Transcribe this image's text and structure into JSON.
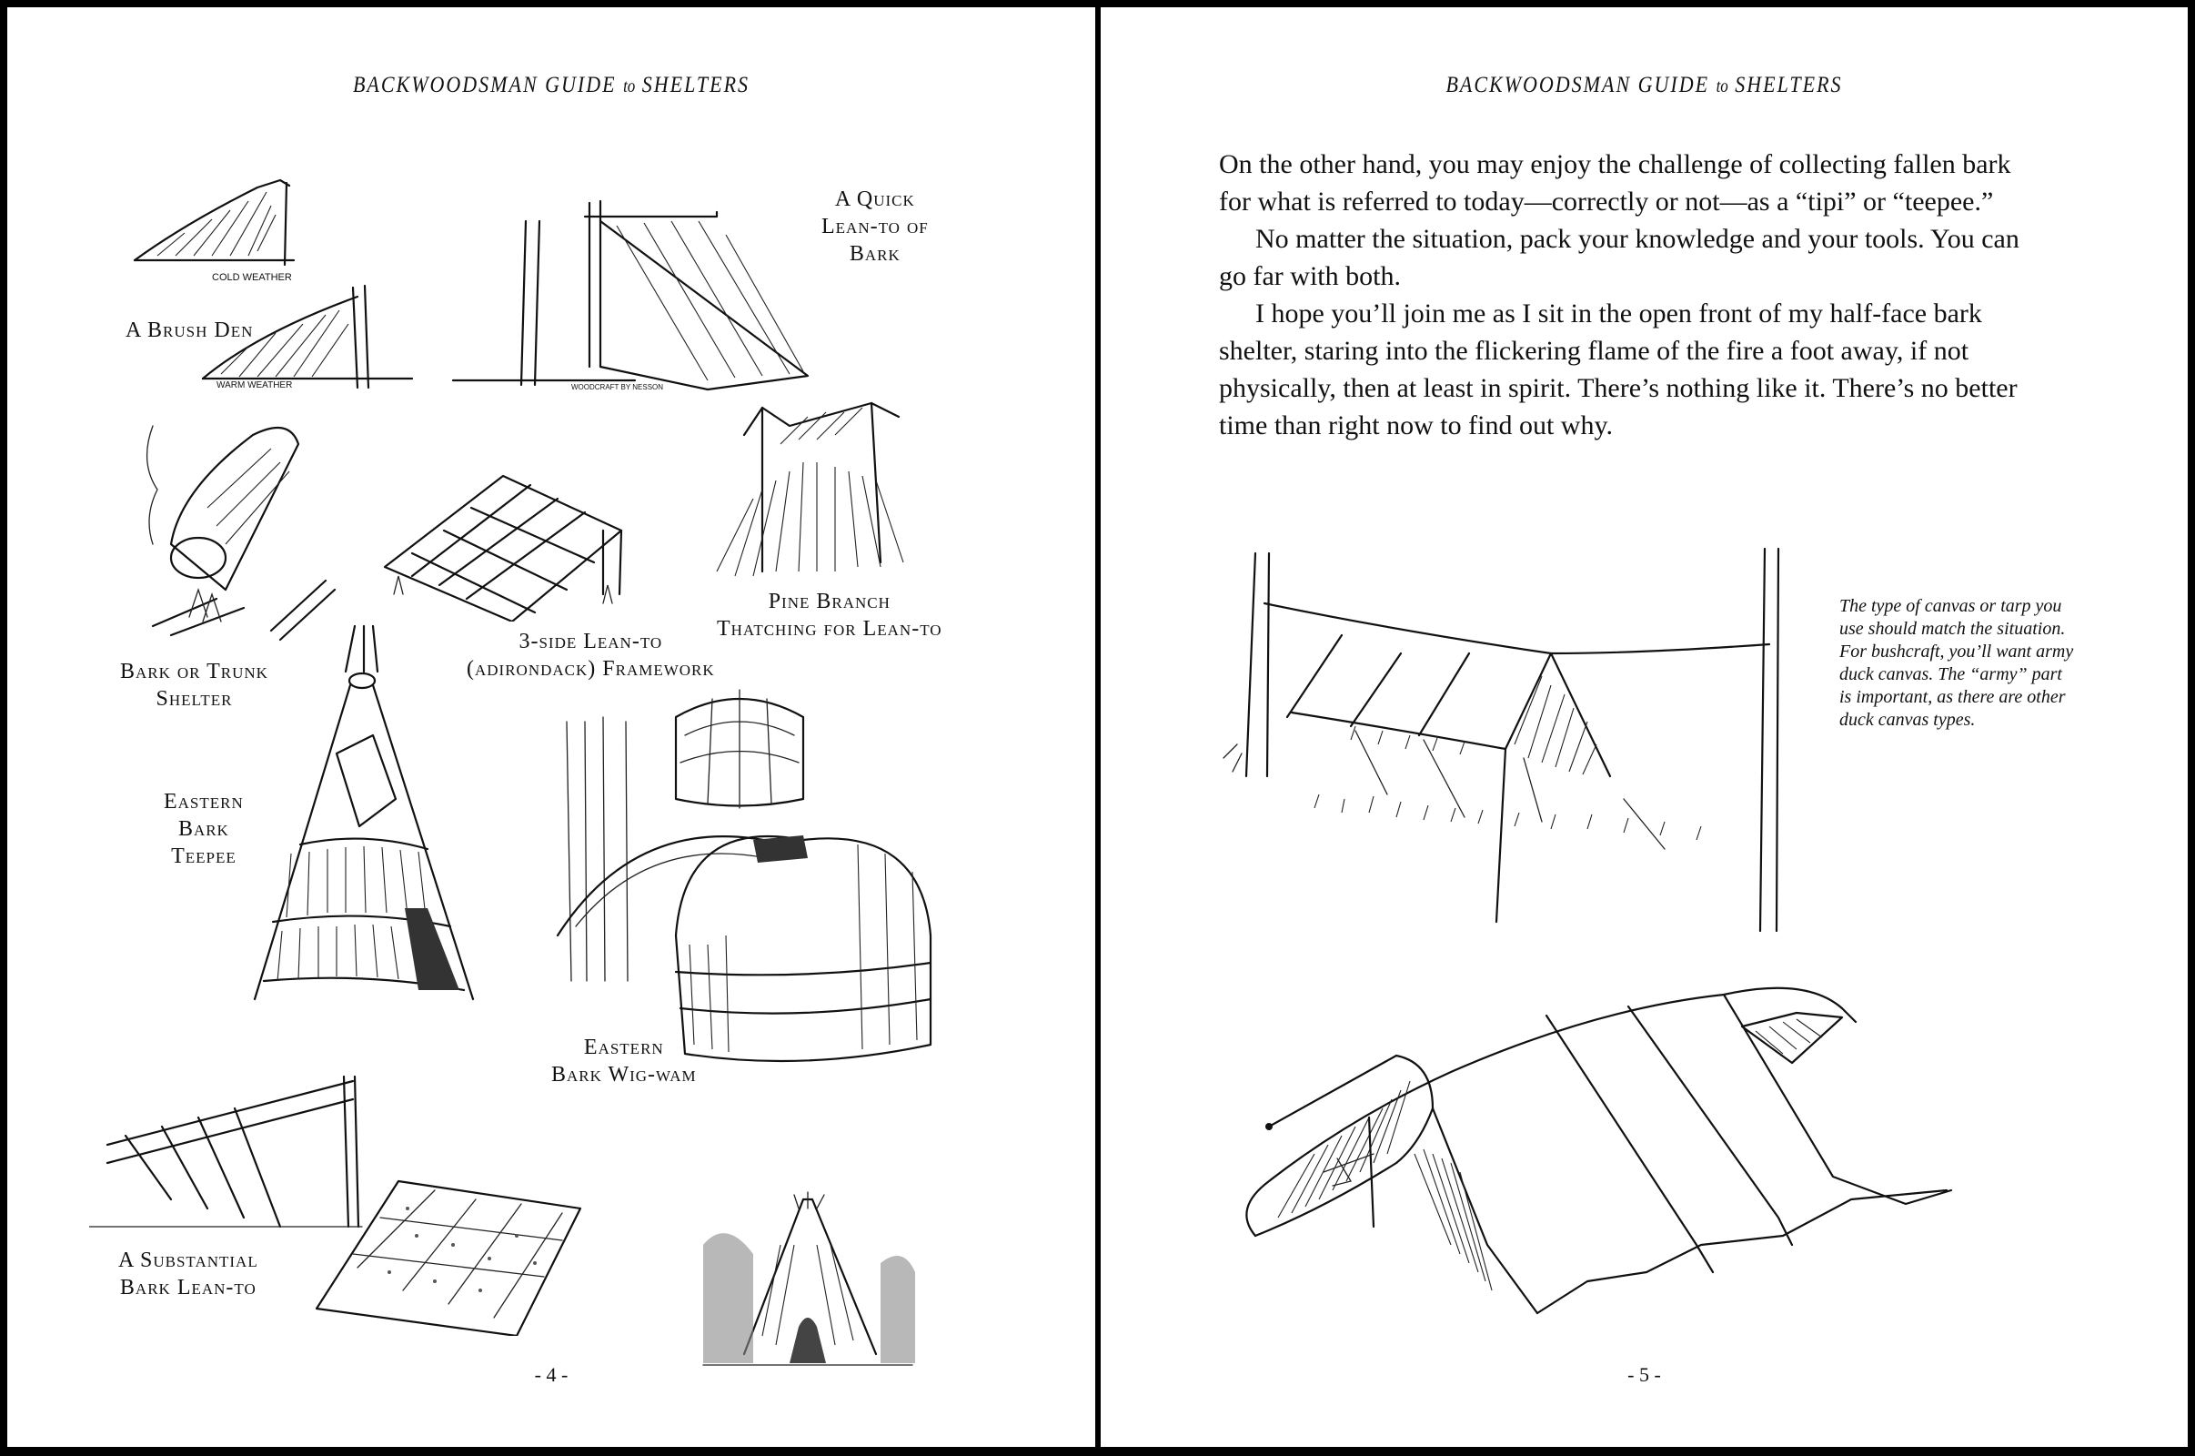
{
  "book": {
    "running_head": {
      "main_left": "BACKWOODSMAN GUIDE",
      "connector": "to",
      "main_right": "SHELTERS"
    }
  },
  "left_page": {
    "page_number": "- 4 -",
    "captions": {
      "brush_den": "A Brush Den",
      "brush_den_cold": "COLD WEATHER",
      "brush_den_warm": "WARM WEATHER",
      "credit": "WOODCRAFT BY NESSON",
      "quick_lean_to_line1": "A Quick",
      "quick_lean_to_line2": "Lean-to of",
      "quick_lean_to_line3": "Bark",
      "bark_trunk_line1": "Bark or Trunk",
      "bark_trunk_line2": "Shelter",
      "three_side_line1": "3-side Lean-to",
      "three_side_line2": "(adirondack) Framework",
      "pine_branch_line1": "Pine Branch",
      "pine_branch_line2": "Thatching for Lean-to",
      "eastern_teepee_line1": "Eastern",
      "eastern_teepee_line2": "Bark",
      "eastern_teepee_line3": "Teepee",
      "wigwam_line1": "Eastern",
      "wigwam_line2": "Bark Wig-wam",
      "substantial_line1": "A Substantial",
      "substantial_line2": "Bark Lean-to"
    }
  },
  "right_page": {
    "page_number": "- 5 -",
    "paragraphs": [
      "On the other hand, you may enjoy the challenge of collecting fallen bark for what is referred to today—correctly or not—as a “tipi” or “teepee.”",
      "No matter the situation, pack your knowledge and your tools. You can go far with both.",
      "I hope you’ll join me as I sit in the open front of my half-face bark shelter, staring into the flickering flame of the fire a foot away, if not physically, then at least in spirit. There’s nothing like it. There’s no better time than right now to find out why."
    ],
    "sidebar_note": "The type of canvas or tarp you use should match the situation. For bushcraft, you’ll want army duck canvas. The “army” part is important, as there are other duck canvas types."
  }
}
